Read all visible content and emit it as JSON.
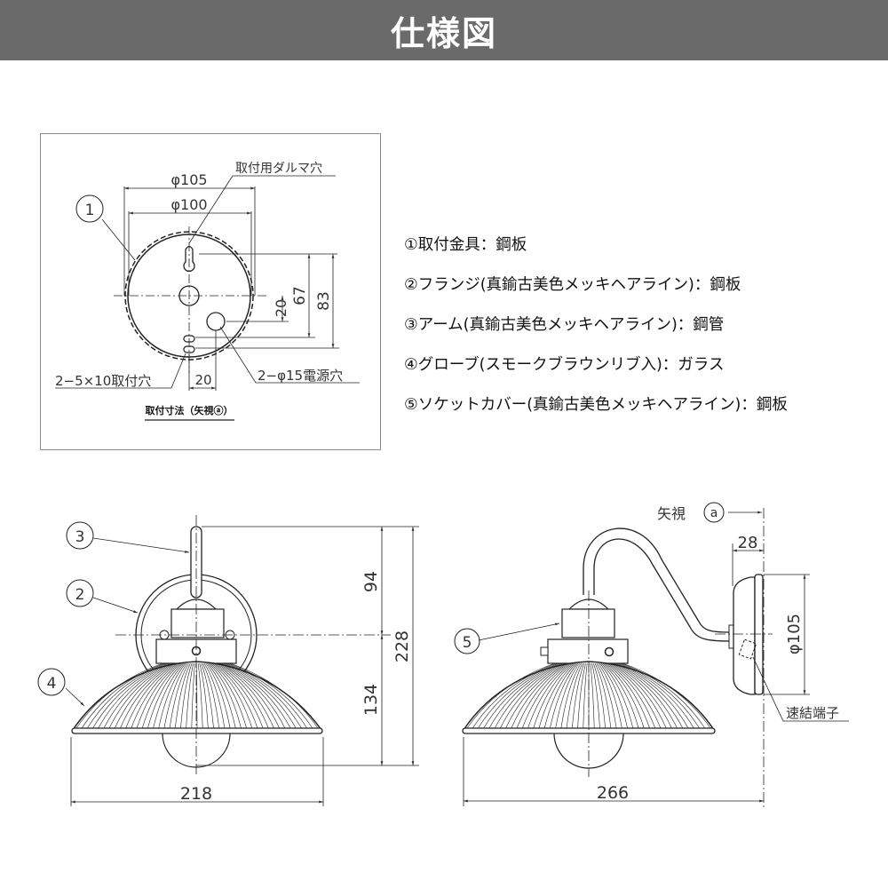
{
  "header": {
    "title": "仕様図"
  },
  "specs": [
    "①取付金具：鋼板",
    "②フランジ(真鍮古美色メッキヘアライン)：鋼板",
    "③アーム(真鍮古美色メッキヘアライン)：鋼管",
    "④グローブ(スモークブラウンリブ入)：ガラス",
    "⑤ソケットカバー(真鍮古美色メッキヘアライン)：鋼板"
  ],
  "mount_view": {
    "keyhole_label": "取付用ダルマ穴",
    "dia_outer": "φ105",
    "dia_inner": "φ100",
    "part_no": "1",
    "dim_20_v": "20",
    "dim_67": "67",
    "dim_83": "83",
    "power_hole_label": "2−φ15電源穴",
    "mount_hole_label": "2−5×10取付穴",
    "dim_20_h": "20",
    "caption": "取付寸法（矢視ⓐ）"
  },
  "front_view": {
    "callouts": [
      "3",
      "2",
      "4"
    ],
    "dim_width": "218",
    "dim_upper": "94",
    "dim_lower": "134",
    "dim_total": "228"
  },
  "side_view": {
    "view_label": "矢視",
    "view_mark": "a",
    "callout": "5",
    "dim_depth": "28",
    "dim_dia": "φ105",
    "terminal_label": "速結端子",
    "dim_length": "266"
  }
}
